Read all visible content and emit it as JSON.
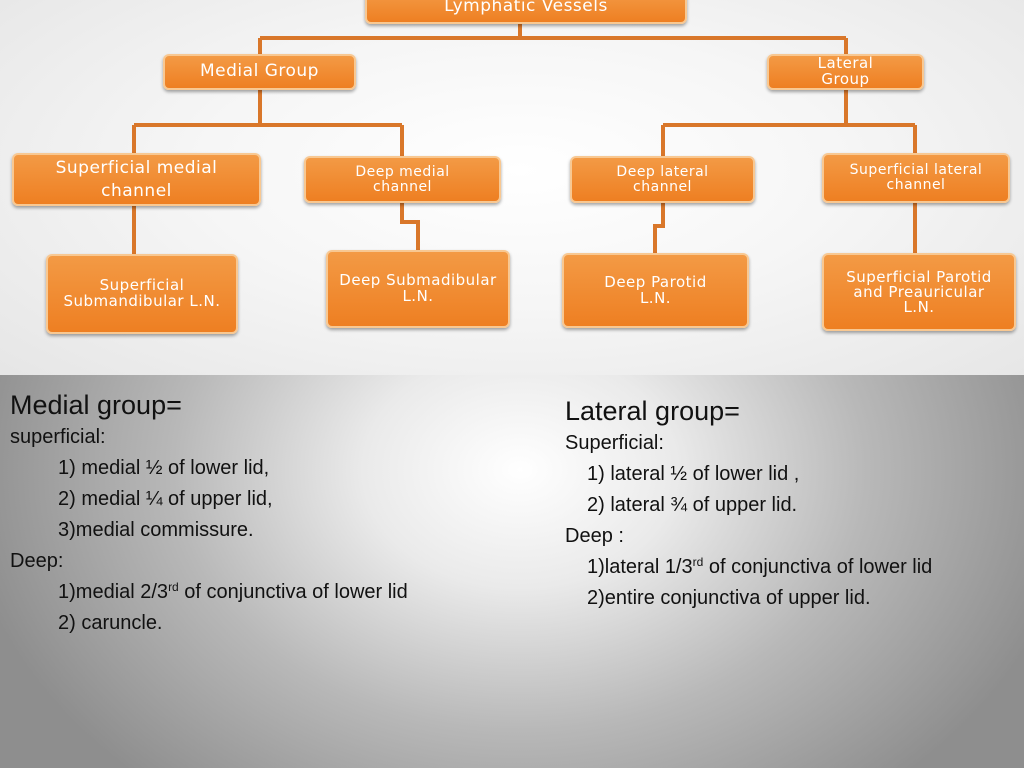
{
  "diagram": {
    "root": "Lymphatic Vessels",
    "medial_group": "Medial Group",
    "lateral_group": "Lateral Group",
    "channels": {
      "superficial_medial": "Superficial medial channel",
      "deep_medial": "Deep medial channel",
      "deep_lateral": "Deep lateral channel",
      "superficial_lateral": "Superficial lateral channel"
    },
    "nodes": {
      "superficial_submandibular": "Superficial Submandibular L.N.",
      "deep_submandibular": "Deep Submadibular L.N.",
      "deep_parotid": "Deep Parotid L.N.",
      "superficial_parotid": "Superficial Parotid and Preauricular L.N."
    },
    "colors": {
      "box_fill": "#ee7f22",
      "box_border": "#f8c892",
      "connector": "#d9772a"
    }
  },
  "medial_notes": {
    "heading": "Medial group=",
    "superficial_label": "superficial:",
    "superficial_items": [
      "1) medial ½ of lower lid,",
      "2) medial ¼ of upper lid,",
      "3)medial commissure."
    ],
    "deep_label": "Deep:",
    "deep_item1_pre": "1)medial 2/3",
    "deep_item1_sup": "rd",
    "deep_item1_post": " of conjunctiva of lower lid",
    "deep_item2": "2) caruncle."
  },
  "lateral_notes": {
    "heading": "Lateral group=",
    "superficial_label": "Superficial:",
    "superficial_items": [
      "1) lateral ½ of lower lid ,",
      "2) lateral ¾ of upper lid."
    ],
    "deep_label": "Deep :",
    "deep_item1_pre": "1)lateral 1/3",
    "deep_item1_sup": "rd",
    "deep_item1_post": " of conjunctiva of lower lid",
    "deep_item2": "2)entire conjunctiva of upper lid."
  }
}
